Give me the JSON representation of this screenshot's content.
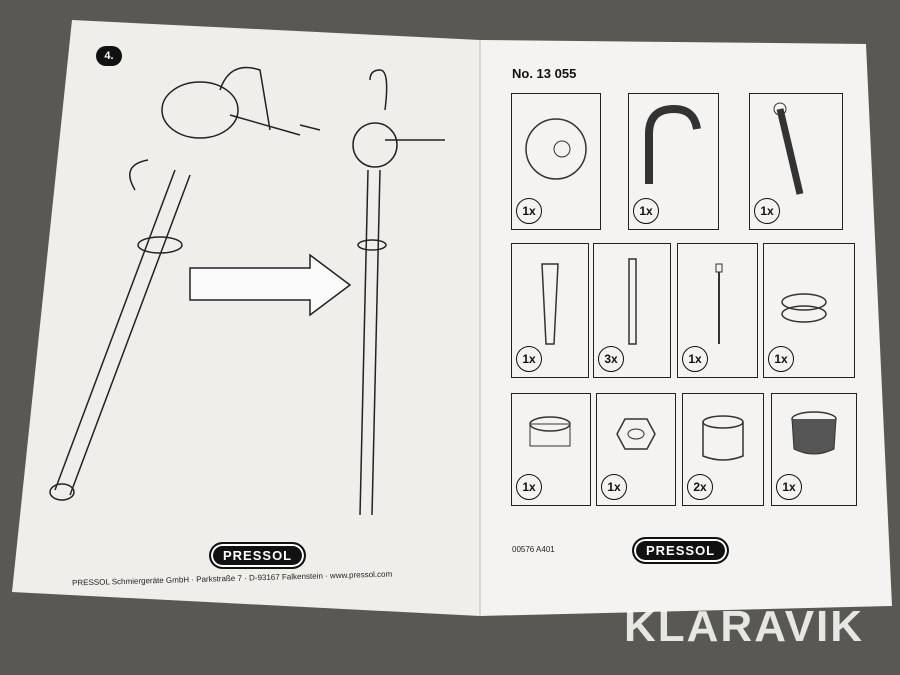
{
  "left_page": {
    "step_label": "4.",
    "logo": "PRESSOL",
    "footer": "PRESSOL Schmiergeräte GmbH · Parkstraße 7 · D-93167 Falkenstein · www.pressol.com"
  },
  "right_page": {
    "title": "No. 13 055",
    "parts": [
      {
        "name": "pump-housing",
        "qty": "1x"
      },
      {
        "name": "bent-outlet-pipe",
        "qty": "1x"
      },
      {
        "name": "crank-handle",
        "qty": "1x"
      },
      {
        "name": "suction-tube-tapered",
        "qty": "1x"
      },
      {
        "name": "suction-tube",
        "qty": "3x"
      },
      {
        "name": "rod",
        "qty": "1x"
      },
      {
        "name": "bung-adapter",
        "qty": "1x"
      },
      {
        "name": "clamp-ring",
        "qty": "1x"
      },
      {
        "name": "hex-nut",
        "qty": "1x"
      },
      {
        "name": "sleeve",
        "qty": "2x"
      },
      {
        "name": "foot-valve",
        "qty": "1x"
      }
    ],
    "code": "00576 A401",
    "logo": "PRESSOL"
  },
  "watermark": "KLARAVIK",
  "colors": {
    "paper": "#f2f1ee",
    "background": "#5a5853",
    "ink": "#111111"
  }
}
